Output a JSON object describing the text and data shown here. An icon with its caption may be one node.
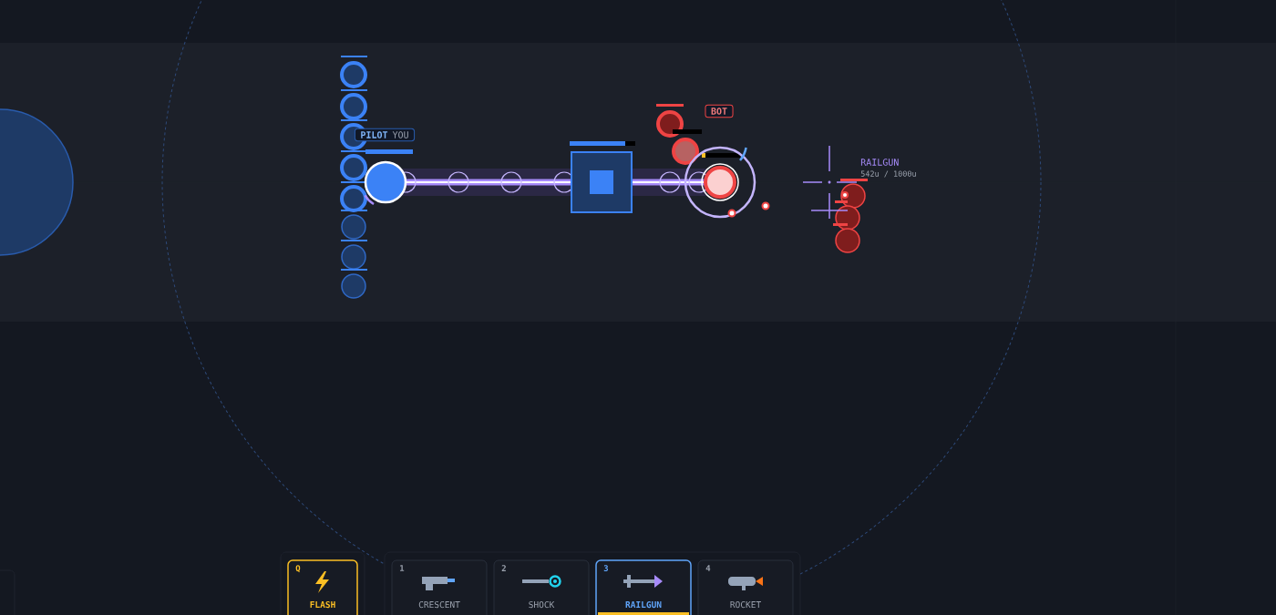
{
  "diagram": {
    "nodes": [
      {
        "text": [
          "PILOT",
          "YOU"
        ]
      },
      {
        "text": [
          "BOT"
        ]
      },
      {
        "text": [
          "Q",
          "FLASH"
        ]
      },
      {
        "text": [
          "1",
          "CRESCENT"
        ]
      },
      {
        "text": [
          "2",
          "SHOCK"
        ]
      },
      {
        "text": [
          "3",
          "RAILGUN"
        ]
      },
      {
        "text": [
          "4",
          "ROCKET"
        ]
      }
    ],
    "labels": [
      "RAILGUN",
      "542u / 1000u"
    ]
  }
}
